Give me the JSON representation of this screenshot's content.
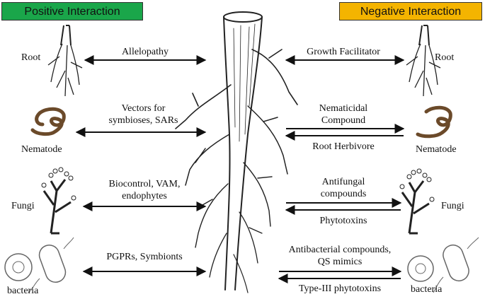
{
  "colors": {
    "positive_header": "#1aa64a",
    "negative_header": "#f4b400",
    "ink": "#111111"
  },
  "headers": {
    "positive": "Positive Interaction",
    "negative": "Negative Interaction"
  },
  "organisms": {
    "root_left": "Root",
    "root_right": "Root",
    "nematode_left": "Nematode",
    "nematode_right": "Nematode",
    "fungi_left": "Fungi",
    "fungi_right": "Fungi",
    "bacteria_left": "bacteria",
    "bacteria_right": "bacteria"
  },
  "positive": {
    "root": "Allelopathy",
    "nematode_1": "Vectors for",
    "nematode_2": "symbioses, SARs",
    "fungi_1": "Biocontrol, VAM,",
    "fungi_2": "endophytes",
    "bacteria": "PGPRs, Symbionts"
  },
  "negative": {
    "root": "Growth Facilitator",
    "nematode_top_1": "Nematicidal",
    "nematode_top_2": "Compound",
    "nematode_bottom": "Root Herbivore",
    "fungi_top_1": "Antifungal",
    "fungi_top_2": "compounds",
    "fungi_bottom": "Phytotoxins",
    "bacteria_top_1": "Antibacterial compounds,",
    "bacteria_top_2": "QS mimics",
    "bacteria_bottom": "Type-III phytotoxins"
  }
}
